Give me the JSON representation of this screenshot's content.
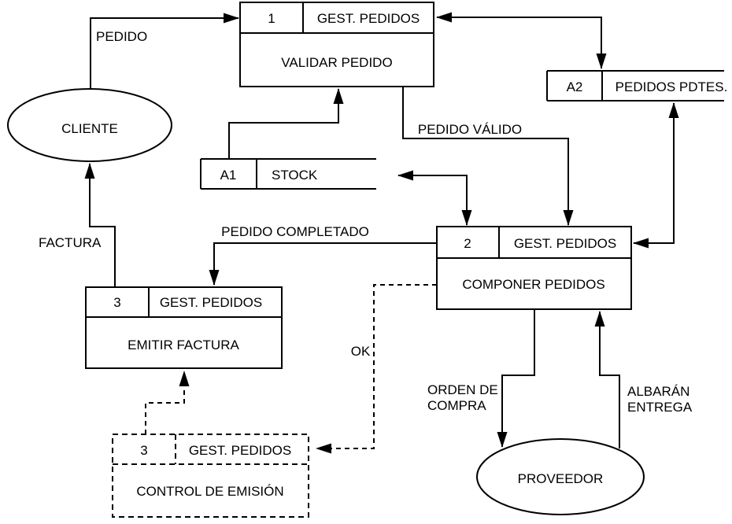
{
  "diagram": {
    "colors": {
      "line": "#000000",
      "background": "#ffffff",
      "text": "#000000"
    },
    "externals": {
      "cliente": {
        "label": "CLIENTE"
      },
      "proveedor": {
        "label": "PROVEEDOR"
      }
    },
    "processes": {
      "p1": {
        "id": "1",
        "system": "GEST. PEDIDOS",
        "name": "VALIDAR PEDIDO"
      },
      "p2": {
        "id": "2",
        "system": "GEST. PEDIDOS",
        "name": "COMPONER PEDIDOS"
      },
      "p3": {
        "id": "3",
        "system": "GEST. PEDIDOS",
        "name": "EMITIR FACTURA"
      },
      "p3c": {
        "id": "3",
        "system": "GEST. PEDIDOS",
        "name": "CONTROL DE EMISIÓN",
        "border": "dashed"
      }
    },
    "stores": {
      "a1": {
        "id": "A1",
        "name": "STOCK"
      },
      "a2": {
        "id": "A2",
        "name": "PEDIDOS PDTES."
      }
    },
    "flows": {
      "pedido": {
        "label": "PEDIDO"
      },
      "pedido_valido": {
        "label": "PEDIDO VÁLIDO"
      },
      "factura": {
        "label": "FACTURA"
      },
      "pedido_completado": {
        "label": "PEDIDO COMPLETADO"
      },
      "ok": {
        "label": "OK"
      },
      "orden_compra": {
        "line1": "ORDEN DE",
        "line2": "COMPRA"
      },
      "albaran": {
        "line1": "ALBARÁN",
        "line2": "ENTREGA"
      }
    }
  }
}
